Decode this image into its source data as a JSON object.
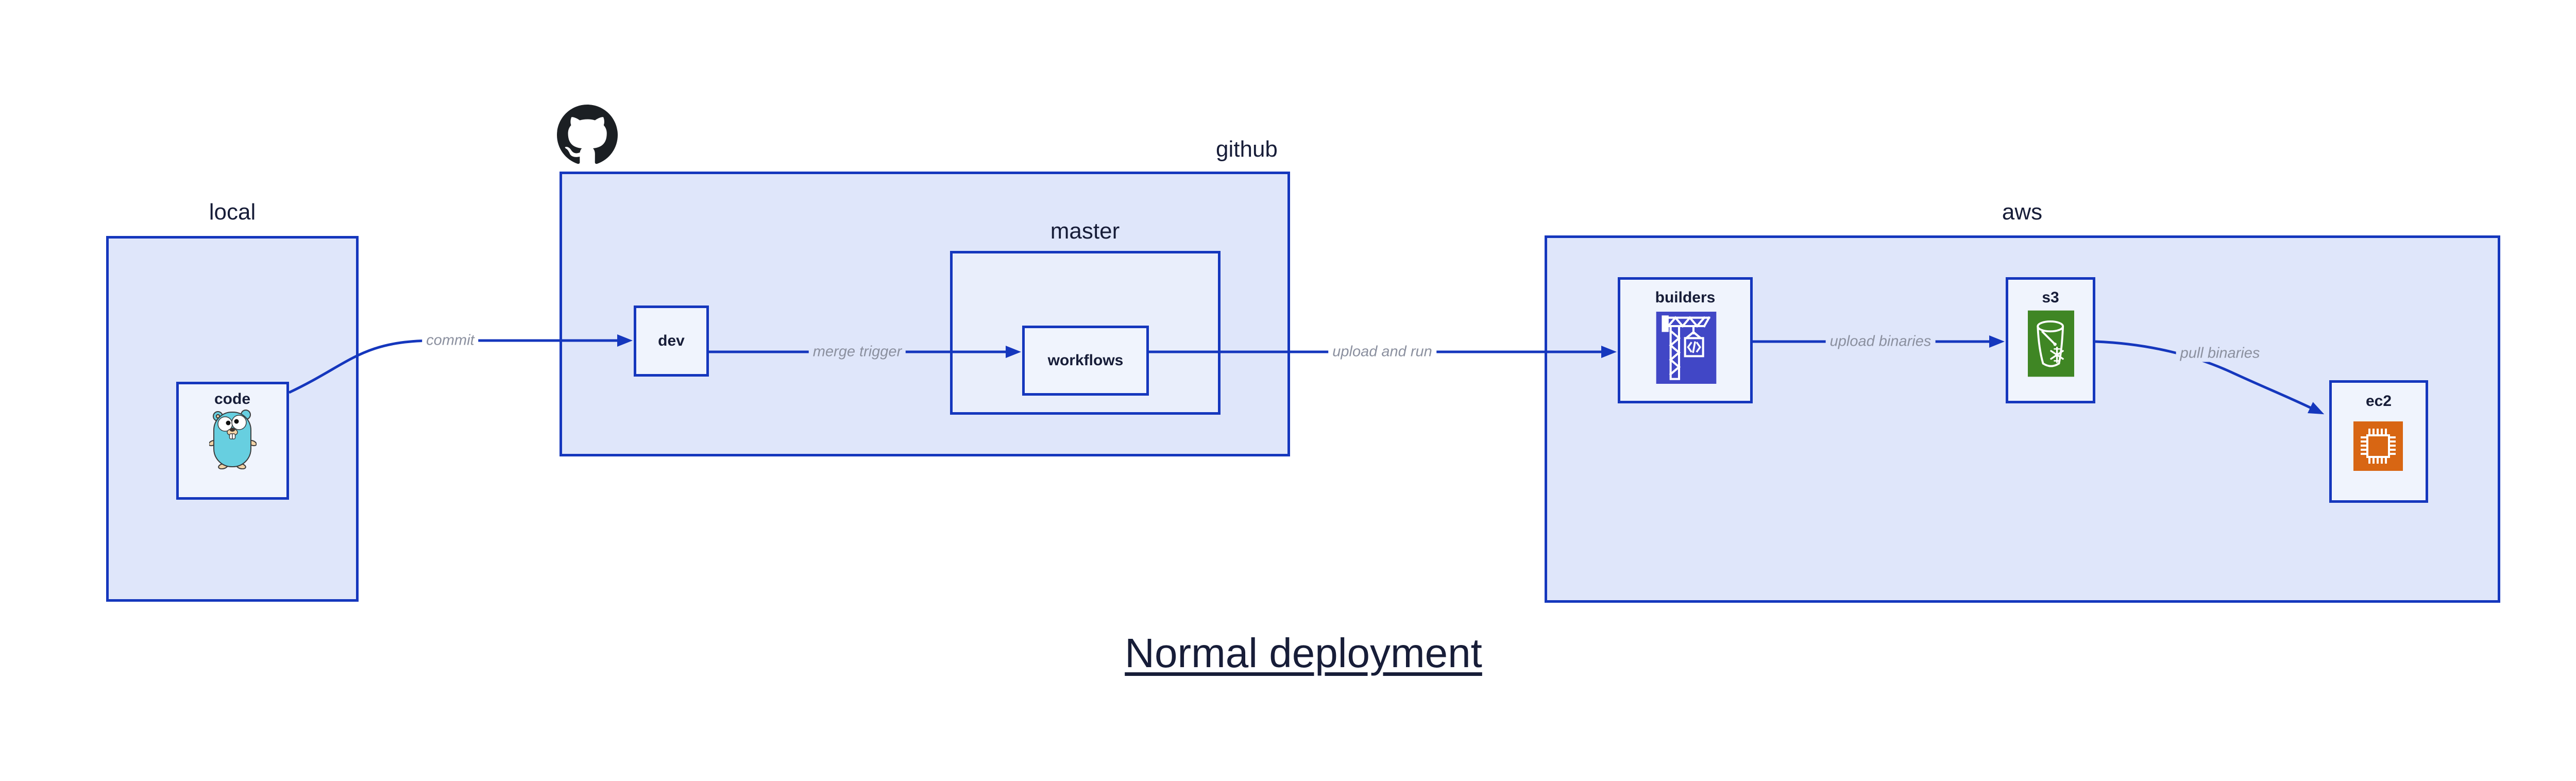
{
  "title": {
    "text": "Normal deployment"
  },
  "groups": {
    "local": {
      "label": "local"
    },
    "github": {
      "label": "github"
    },
    "master": {
      "label": "master"
    },
    "aws": {
      "label": "aws"
    }
  },
  "nodes": {
    "code": {
      "label": "code",
      "icon": "go-gopher-icon"
    },
    "dev": {
      "label": "dev"
    },
    "workflows": {
      "label": "workflows"
    },
    "builders": {
      "label": "builders",
      "icon": "codebuild-crane-icon"
    },
    "s3": {
      "label": "s3",
      "icon": "s3-glacier-bucket-icon"
    },
    "ec2": {
      "label": "ec2",
      "icon": "ec2-chip-icon"
    }
  },
  "edges": {
    "commit": {
      "label": "commit",
      "from": "code",
      "to": "dev"
    },
    "merge_trigger": {
      "label": "merge trigger",
      "from": "dev",
      "to": "workflows"
    },
    "upload_and_run": {
      "label": "upload and run",
      "from": "workflows",
      "to": "builders"
    },
    "upload_binaries": {
      "label": "upload binaries",
      "from": "builders",
      "to": "s3"
    },
    "pull_binaries": {
      "label": "pull binaries",
      "from": "s3",
      "to": "ec2"
    }
  },
  "icons": {
    "github_logo": "github-octocat-icon",
    "code": "go-gopher-icon",
    "builders": "codebuild-crane-icon",
    "s3": "s3-glacier-bucket-icon",
    "ec2": "ec2-chip-icon"
  },
  "colors": {
    "accent": "#1537bd",
    "group-fill": "#dfe6fa",
    "master-fill": "#e9eefb",
    "node-fill": "#f0f4fd",
    "label-dark": "#171d38",
    "edge-label": "#8b909f",
    "codebuild": "#4147c6",
    "s3green": "#3f8624",
    "ec2orange": "#d86613",
    "gopher-body": "#67cfe0",
    "gopher-skin": "#f2d3a6",
    "octocat": "#1b1f23"
  }
}
